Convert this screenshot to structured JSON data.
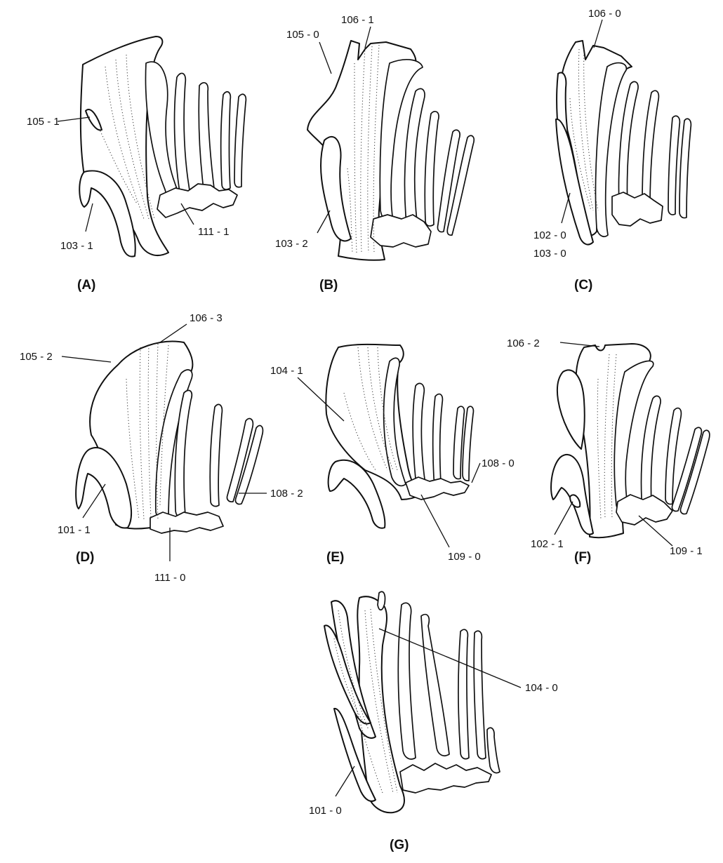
{
  "panels": [
    {
      "id": "A",
      "label": "(A)",
      "annotations": [
        "105 - 1",
        "103 - 1",
        "111 - 1"
      ]
    },
    {
      "id": "B",
      "label": "(B)",
      "annotations": [
        "105 - 0",
        "106 - 1",
        "103 - 2"
      ]
    },
    {
      "id": "C",
      "label": "(C)",
      "annotations": [
        "106 - 0",
        "102 - 0",
        "103 - 0"
      ]
    },
    {
      "id": "D",
      "label": "(D)",
      "annotations": [
        "105 - 2",
        "106 - 3",
        "101 - 1",
        "111 - 0",
        "108 - 2"
      ]
    },
    {
      "id": "E",
      "label": "(E)",
      "annotations": [
        "104 - 1",
        "108 - 0",
        "109 - 0"
      ]
    },
    {
      "id": "F",
      "label": "(F)",
      "annotations": [
        "106 - 2",
        "102 - 1",
        "109 - 1"
      ]
    },
    {
      "id": "G",
      "label": "(G)",
      "annotations": [
        "104 - 0",
        "101 - 0"
      ]
    }
  ]
}
